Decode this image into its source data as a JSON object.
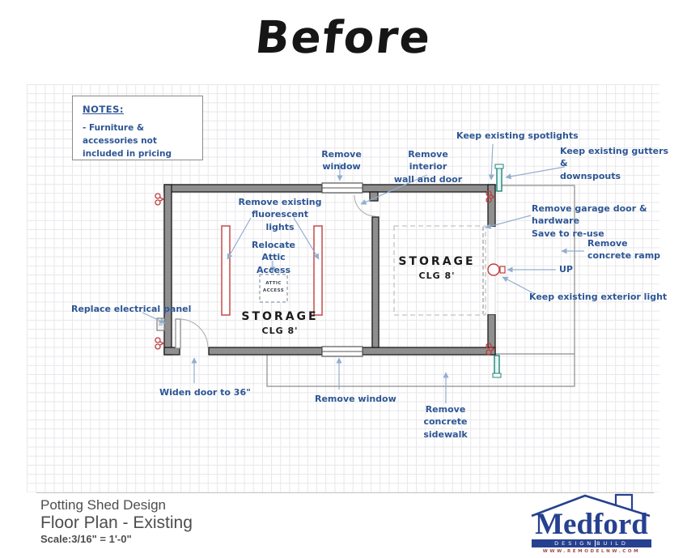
{
  "title": "Before",
  "notes": {
    "heading": "NOTES:",
    "body": "- Furniture & accessories not\nincluded in pricing"
  },
  "annotations": {
    "remove_window_top": "Remove window",
    "remove_interior": "Remove interior\nwall and door",
    "keep_spotlights": "Keep existing spotlights",
    "keep_gutters": "Keep existing gutters &\ndownspouts",
    "remove_garage": "Remove garage door & hardware\nSave to re-use",
    "remove_ramp": "Remove\nconcrete ramp",
    "up": "UP",
    "keep_exterior_light": "Keep existing exterior light",
    "replace_panel": "Replace electrical panel",
    "widen_door": "Widen door to 36\"",
    "remove_window_bottom": "Remove window",
    "remove_sidewalk": "Remove concrete\nsidewalk",
    "remove_fluorescent": "Remove existing\nfluorescent lights",
    "relocate_attic": "Relocate Attic\nAccess"
  },
  "rooms": {
    "storage_left": {
      "name": "STORAGE",
      "ceiling": "CLG 8'"
    },
    "storage_right": {
      "name": "STORAGE",
      "ceiling": "CLG 8'"
    },
    "attic": "ATTIC\nACCESS"
  },
  "title_block": {
    "project": "Potting Shed Design",
    "drawing": "Floor Plan - Existing",
    "scale": "Scale:3/16\" = 1'-0\""
  },
  "logo": {
    "name": "Medford",
    "design": "DESIGN",
    "build": "BUILD",
    "website": "WWW.REMODELNW.COM"
  },
  "colors": {
    "annotation_blue": "#2d5694",
    "arrow_blue": "#93aecf",
    "wall_gray": "#8f8f8f",
    "fixture_red": "#c03c3c",
    "downspout_teal": "#1d8578",
    "logo_blue": "#26418f",
    "title_gray": "#4d4d4d"
  }
}
